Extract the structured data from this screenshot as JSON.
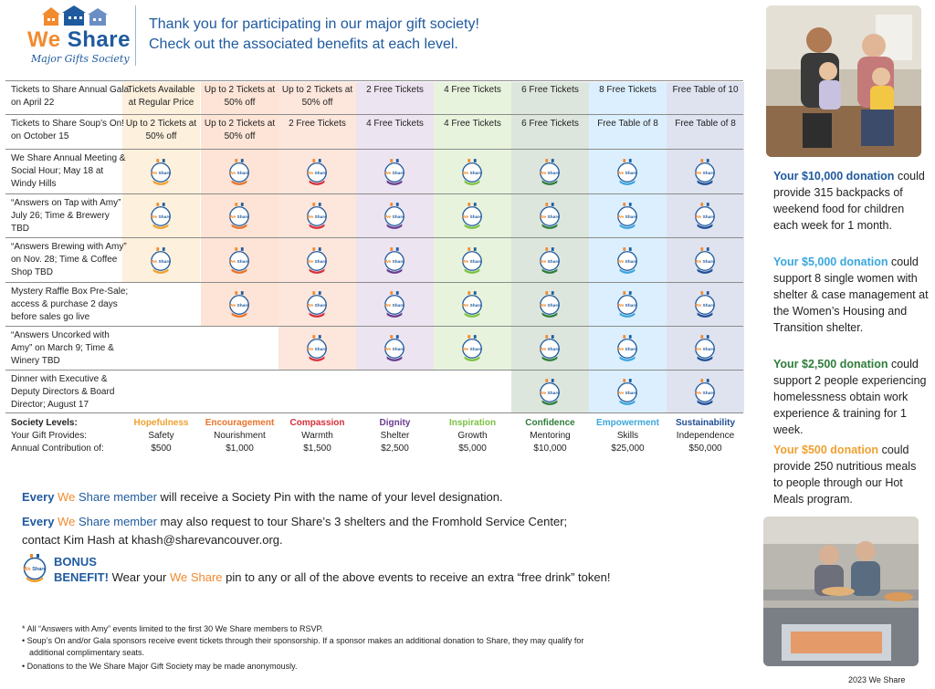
{
  "logo": {
    "we": "We",
    "share": "Share",
    "subtitle": "Major Gifts Society"
  },
  "headline": {
    "line1": "Thank you for participating in our major gift society!",
    "line2": "Check out the associated benefits at each level."
  },
  "colors": {
    "hopefulness": "#f0a030",
    "encouragement": "#e8742a",
    "compassion": "#d62f3a",
    "dignity": "#6a3c8e",
    "inspiration": "#7cc142",
    "confidence": "#2e7d3a",
    "empowerment": "#3aa6dc",
    "sustainability": "#1f4e96",
    "brand_blue": "#1f5a9e",
    "brand_orange": "#f28a2e"
  },
  "table": {
    "rows": [
      {
        "label": "Tickets to Share Annual Gala on April 22",
        "cells": [
          "Tickets Available at Regular Price",
          "Up to 2 Tickets at 50% off",
          "Up to 2 Tickets at 50% off",
          "2 Free Tickets",
          "4 Free Tickets",
          "6 Free Tickets",
          "8 Free Tickets",
          "Free Table of 10"
        ]
      },
      {
        "label": "Tickets to Share Soup’s On! on October 15",
        "cells": [
          "Up to 2 Tickets at 50% off",
          "Up to 2 Tickets at 50% off",
          "2 Free Tickets",
          "4 Free Tickets",
          "4 Free Tickets",
          "6 Free Tickets",
          "Free Table of 8",
          "Free Table of 8"
        ]
      },
      {
        "label": "We Share Annual Meeting & Social Hour; May 18 at Windy Hills"
      },
      {
        "label": "“Answers on Tap with Amy” July 26; Time & Brewery TBD"
      },
      {
        "label": "“Answers Brewing with Amy” on Nov. 28; Time & Coffee Shop TBD"
      },
      {
        "label": "Mystery Raffle Box Pre-Sale; access & purchase 2 days before sales go live"
      },
      {
        "label": "“Answers Uncorked with Amy” on March 9; Time & Winery TBD"
      },
      {
        "label": "Dinner with Executive & Deputy Directors & Board Director; August 17"
      }
    ],
    "pin_text": "We Share",
    "society_levels_label": "Society Levels:",
    "gift_provides_label": "Your Gift Provides:",
    "annual_contribution_label": "Annual Contribution of:",
    "levels": [
      {
        "name": "Hopefulness",
        "provides": "Safety",
        "amount": "$500"
      },
      {
        "name": "Encouragement",
        "provides": "Nourishment",
        "amount": "$1,000"
      },
      {
        "name": "Compassion",
        "provides": "Warmth",
        "amount": "$1,500"
      },
      {
        "name": "Dignity",
        "provides": "Shelter",
        "amount": "$2,500"
      },
      {
        "name": "Inspiration",
        "provides": "Growth",
        "amount": "$5,000"
      },
      {
        "name": "Confidence",
        "provides": "Mentoring",
        "amount": "$10,000"
      },
      {
        "name": "Empowerment",
        "provides": "Skills",
        "amount": "$25,000"
      },
      {
        "name": "Sustainability",
        "provides": "Independence",
        "amount": "$50,000"
      }
    ]
  },
  "members": {
    "line1_every": "Every",
    "line1_we": "We",
    "line1_share_member": "Share member",
    "line1_rest": "will receive a Society Pin with the name of your level designation.",
    "line2_rest": "may also request to tour Share’s 3 shelters and the Fromhold Service Center;",
    "line3": "contact Kim Hash at khash@sharevancouver.org.",
    "bonus": "BONUS",
    "benefit": "BENEFIT!",
    "bonus_rest1": "Wear your",
    "bonus_we_share": "We Share",
    "bonus_rest2": "pin to any or all of the above events to receive an extra “free drink” token!"
  },
  "footnotes": [
    "* All “Answers with Amy” events limited to the first 30 We Share members to RSVP.",
    "• Soup’s On and/or Gala sponsors receive event tickets through their sponsorship. If a sponsor makes an additional donation to Share, they may qualify for",
    "additional complimentary seats.",
    "• Donations to the We Share Major Gift Society may be made anonymously."
  ],
  "donations": [
    {
      "amount": "Your $10,000 donation",
      "text": "could provide 315 backpacks of weekend food for children each week for 1 month."
    },
    {
      "amount": "Your $5,000 donation",
      "text": "could support 8 single women with shelter & case management at the Women’s Housing and Transition shelter."
    },
    {
      "amount": "Your $2,500 donation",
      "text": "could support 2 people experiencing homelessness obtain work experience & training for 1 week."
    },
    {
      "amount": "Your $500 donation",
      "text": "could provide 250 nutritious meals to people through our Hot Meals program."
    }
  ],
  "copyright": "2023 We Share"
}
